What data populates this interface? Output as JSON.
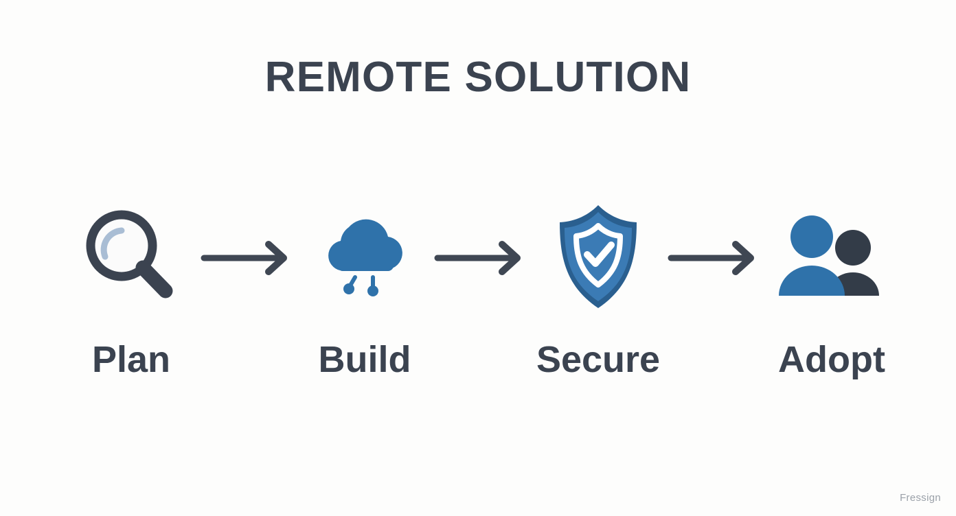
{
  "slide": {
    "background_color": "#fdfdfc",
    "title": "REMOTE SOLUTION",
    "watermark": "Fressign"
  },
  "colors": {
    "dark_slate": "#3b4350",
    "blue": "#2f72aa",
    "blue_dark": "#2a5f8f",
    "blue_light_arc": "#a9bdd4",
    "white": "#ffffff",
    "watermark_gray": "#9ba1a9"
  },
  "steps": [
    {
      "label": "Plan",
      "icon": "magnifier-icon",
      "icon_color": "#3b4350",
      "accent_color": "#a9bdd4"
    },
    {
      "label": "Build",
      "icon": "cloud-icon",
      "icon_color": "#2f72aa",
      "accent_color": "#2f72aa"
    },
    {
      "label": "Secure",
      "icon": "shield-check-icon",
      "icon_color": "#3b7bb5",
      "accent_color": "#ffffff"
    },
    {
      "label": "Adopt",
      "icon": "users-icon",
      "icon_color": "#2f72aa",
      "accent_color": "#333c48"
    }
  ],
  "connectors": [
    {
      "icon": "arrow-right-icon",
      "color": "#3f4753"
    },
    {
      "icon": "arrow-right-icon",
      "color": "#3f4753"
    },
    {
      "icon": "arrow-right-icon",
      "color": "#3f4753"
    }
  ]
}
